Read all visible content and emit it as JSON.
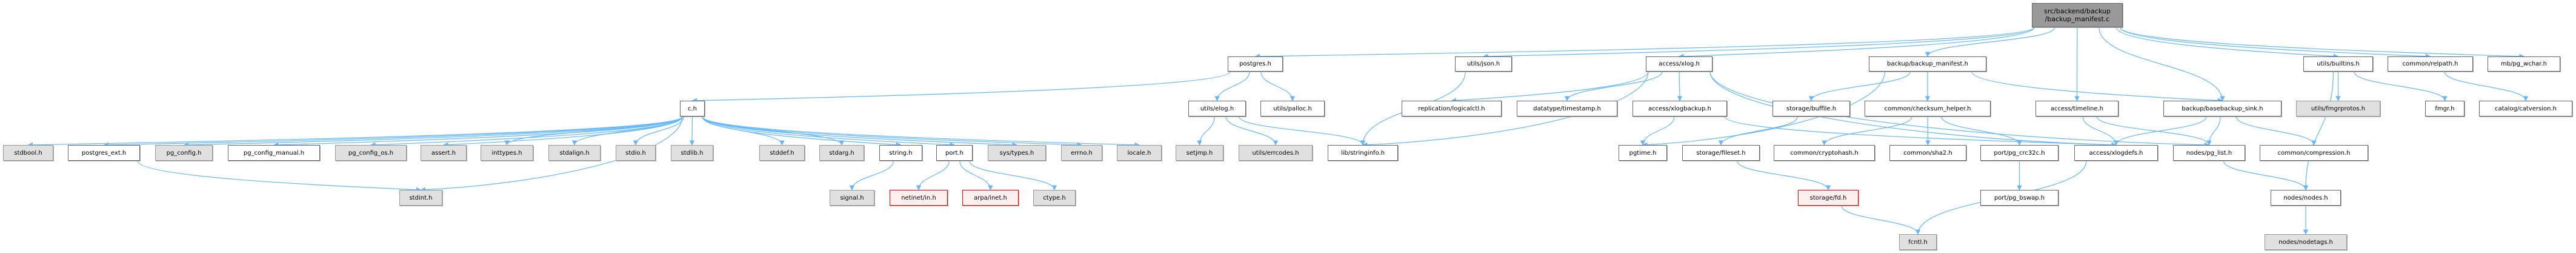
{
  "colors": {
    "edge": "#63b8ff",
    "main_fill": "#999999",
    "gray_fill": "#e0e0e0",
    "red_border": "#ff0000"
  },
  "nodes": [
    {
      "id": "main",
      "label": "src/backend/backup\n/backup_manifest.c",
      "style": "main"
    },
    {
      "id": "postgres",
      "label": "postgres.h",
      "style": "white"
    },
    {
      "id": "json",
      "label": "utils/json.h",
      "style": "white"
    },
    {
      "id": "xlog",
      "label": "access/xlog.h",
      "style": "white"
    },
    {
      "id": "bman",
      "label": "backup/backup_manifest.h",
      "style": "white"
    },
    {
      "id": "builtins",
      "label": "utils/builtins.h",
      "style": "white"
    },
    {
      "id": "relpath",
      "label": "common/relpath.h",
      "style": "white"
    },
    {
      "id": "wchar",
      "label": "mb/pg_wchar.h",
      "style": "white"
    },
    {
      "id": "c",
      "label": "c.h",
      "style": "white"
    },
    {
      "id": "elog",
      "label": "utils/elog.h",
      "style": "white"
    },
    {
      "id": "palloc",
      "label": "utils/palloc.h",
      "style": "white"
    },
    {
      "id": "logicalctl",
      "label": "replication/logicalctl.h",
      "style": "white"
    },
    {
      "id": "timestamp",
      "label": "datatype/timestamp.h",
      "style": "white"
    },
    {
      "id": "xlogbackup",
      "label": "access/xlogbackup.h",
      "style": "white"
    },
    {
      "id": "buffile",
      "label": "storage/buffile.h",
      "style": "white"
    },
    {
      "id": "checksum",
      "label": "common/checksum_helper.h",
      "style": "white"
    },
    {
      "id": "timeline",
      "label": "access/timeline.h",
      "style": "white"
    },
    {
      "id": "bbsink",
      "label": "backup/basebackup_sink.h",
      "style": "white"
    },
    {
      "id": "fmgrprotos",
      "label": "utils/fmgrprotos.h",
      "style": "gray"
    },
    {
      "id": "fmgr",
      "label": "fmgr.h",
      "style": "white"
    },
    {
      "id": "catversion",
      "label": "catalog/catversion.h",
      "style": "white"
    },
    {
      "id": "stdbool",
      "label": "stdbool.h",
      "style": "gray"
    },
    {
      "id": "pgext",
      "label": "postgres_ext.h",
      "style": "white"
    },
    {
      "id": "pgconfig",
      "label": "pg_config.h",
      "style": "gray"
    },
    {
      "id": "pgmanual",
      "label": "pg_config_manual.h",
      "style": "white"
    },
    {
      "id": "pgos",
      "label": "pg_config_os.h",
      "style": "gray"
    },
    {
      "id": "assert",
      "label": "assert.h",
      "style": "gray"
    },
    {
      "id": "inttypes",
      "label": "inttypes.h",
      "style": "gray"
    },
    {
      "id": "stdalign",
      "label": "stdalign.h",
      "style": "gray"
    },
    {
      "id": "stdio",
      "label": "stdio.h",
      "style": "gray"
    },
    {
      "id": "stdlib",
      "label": "stdlib.h",
      "style": "gray"
    },
    {
      "id": "stddef",
      "label": "stddef.h",
      "style": "gray"
    },
    {
      "id": "stdarg",
      "label": "stdarg.h",
      "style": "gray"
    },
    {
      "id": "string",
      "label": "string.h",
      "style": "white"
    },
    {
      "id": "port",
      "label": "port.h",
      "style": "white"
    },
    {
      "id": "systypes",
      "label": "sys/types.h",
      "style": "gray"
    },
    {
      "id": "errno",
      "label": "errno.h",
      "style": "gray"
    },
    {
      "id": "locale",
      "label": "locale.h",
      "style": "gray"
    },
    {
      "id": "setjmp",
      "label": "setjmp.h",
      "style": "gray"
    },
    {
      "id": "errcodes",
      "label": "utils/errcodes.h",
      "style": "gray"
    },
    {
      "id": "stringinfo",
      "label": "lib/stringinfo.h",
      "style": "white"
    },
    {
      "id": "pgtime",
      "label": "pgtime.h",
      "style": "white"
    },
    {
      "id": "fileset",
      "label": "storage/fileset.h",
      "style": "white"
    },
    {
      "id": "cryptohash",
      "label": "common/cryptohash.h",
      "style": "white"
    },
    {
      "id": "sha2",
      "label": "common/sha2.h",
      "style": "white"
    },
    {
      "id": "crc32c",
      "label": "port/pg_crc32c.h",
      "style": "white"
    },
    {
      "id": "xlogdefs",
      "label": "access/xlogdefs.h",
      "style": "white"
    },
    {
      "id": "pglist",
      "label": "nodes/pg_list.h",
      "style": "white"
    },
    {
      "id": "compression",
      "label": "common/compression.h",
      "style": "white"
    },
    {
      "id": "stdint",
      "label": "stdint.h",
      "style": "gray"
    },
    {
      "id": "signal",
      "label": "signal.h",
      "style": "gray"
    },
    {
      "id": "netinet",
      "label": "netinet/in.h",
      "style": "red"
    },
    {
      "id": "arpa",
      "label": "arpa/inet.h",
      "style": "red"
    },
    {
      "id": "ctype",
      "label": "ctype.h",
      "style": "gray"
    },
    {
      "id": "fd",
      "label": "storage/fd.h",
      "style": "red"
    },
    {
      "id": "bswap",
      "label": "port/pg_bswap.h",
      "style": "white"
    },
    {
      "id": "nodes",
      "label": "nodes/nodes.h",
      "style": "white"
    },
    {
      "id": "fcntl",
      "label": "fcntl.h",
      "style": "gray"
    },
    {
      "id": "nodetags",
      "label": "nodes/nodetags.h",
      "style": "gray"
    }
  ],
  "edges": [
    [
      "main",
      "postgres"
    ],
    [
      "main",
      "json"
    ],
    [
      "main",
      "xlog"
    ],
    [
      "main",
      "bman"
    ],
    [
      "main",
      "timeline"
    ],
    [
      "main",
      "bbsink"
    ],
    [
      "main",
      "builtins"
    ],
    [
      "main",
      "relpath"
    ],
    [
      "main",
      "wchar"
    ],
    [
      "postgres",
      "c"
    ],
    [
      "postgres",
      "elog"
    ],
    [
      "postgres",
      "palloc"
    ],
    [
      "c",
      "stdbool"
    ],
    [
      "c",
      "pgext"
    ],
    [
      "c",
      "pgconfig"
    ],
    [
      "c",
      "pgmanual"
    ],
    [
      "c",
      "pgos"
    ],
    [
      "c",
      "assert"
    ],
    [
      "c",
      "inttypes"
    ],
    [
      "c",
      "stdalign"
    ],
    [
      "c",
      "stdio"
    ],
    [
      "c",
      "stdlib"
    ],
    [
      "c",
      "stdint"
    ],
    [
      "c",
      "stddef"
    ],
    [
      "c",
      "stdarg"
    ],
    [
      "c",
      "string"
    ],
    [
      "c",
      "port"
    ],
    [
      "c",
      "systypes"
    ],
    [
      "c",
      "errno"
    ],
    [
      "c",
      "locale"
    ],
    [
      "pgext",
      "stdint"
    ],
    [
      "string",
      "signal"
    ],
    [
      "port",
      "netinet"
    ],
    [
      "port",
      "arpa"
    ],
    [
      "port",
      "ctype"
    ],
    [
      "elog",
      "setjmp"
    ],
    [
      "elog",
      "errcodes"
    ],
    [
      "elog",
      "stringinfo"
    ],
    [
      "json",
      "stringinfo"
    ],
    [
      "xlog",
      "stringinfo"
    ],
    [
      "xlog",
      "logicalctl"
    ],
    [
      "xlog",
      "timestamp"
    ],
    [
      "xlog",
      "xlogbackup"
    ],
    [
      "xlog",
      "xlogdefs"
    ],
    [
      "xlog",
      "pglist"
    ],
    [
      "xlogbackup",
      "pgtime"
    ],
    [
      "xlogbackup",
      "xlogdefs"
    ],
    [
      "bman",
      "pgtime"
    ],
    [
      "bman",
      "buffile"
    ],
    [
      "bman",
      "checksum"
    ],
    [
      "bman",
      "bbsink"
    ],
    [
      "buffile",
      "fileset"
    ],
    [
      "fileset",
      "fd"
    ],
    [
      "fd",
      "fcntl"
    ],
    [
      "checksum",
      "cryptohash"
    ],
    [
      "checksum",
      "sha2"
    ],
    [
      "checksum",
      "crc32c"
    ],
    [
      "crc32c",
      "bswap"
    ],
    [
      "xlogdefs",
      "fcntl"
    ],
    [
      "timeline",
      "xlogdefs"
    ],
    [
      "timeline",
      "pglist"
    ],
    [
      "bbsink",
      "xlogdefs"
    ],
    [
      "bbsink",
      "pglist"
    ],
    [
      "bbsink",
      "compression"
    ],
    [
      "builtins",
      "fmgrprotos"
    ],
    [
      "builtins",
      "fmgr"
    ],
    [
      "builtins",
      "nodes"
    ],
    [
      "relpath",
      "catversion"
    ],
    [
      "pglist",
      "nodes"
    ],
    [
      "nodes",
      "nodetags"
    ]
  ]
}
